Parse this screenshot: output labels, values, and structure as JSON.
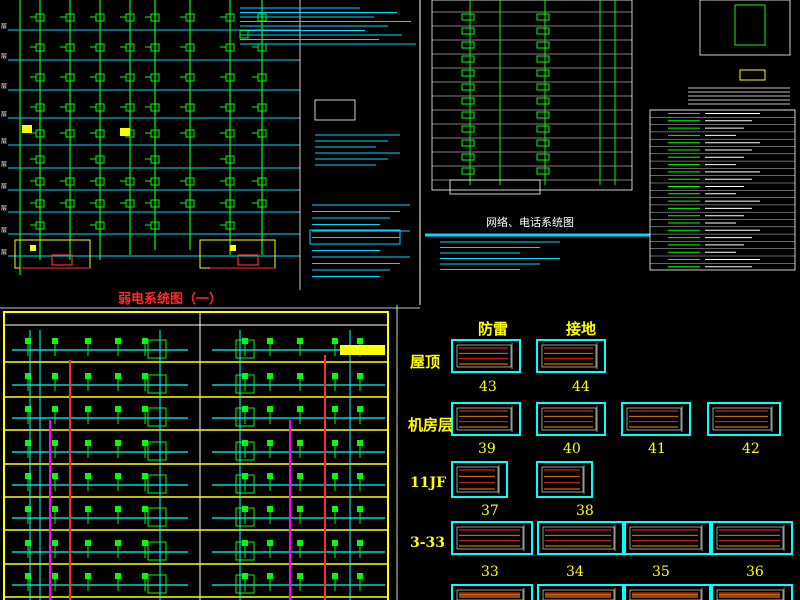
{
  "weak_power_title": "弱电系统图（一）",
  "network_phone_title": "网络、电话系统图",
  "sheet_grid": {
    "headers": [
      "防雷",
      "接地"
    ],
    "rows": [
      {
        "label": "屋顶",
        "numbers": [
          "43",
          "44"
        ]
      },
      {
        "label": "机房层",
        "numbers": [
          "39",
          "40",
          "41",
          "42"
        ]
      },
      {
        "label": "11JF",
        "numbers": [
          "37",
          "38"
        ]
      },
      {
        "label": "3-33",
        "numbers": [
          "33",
          "34",
          "35",
          "36"
        ]
      }
    ]
  },
  "colors": {
    "background": "#000000",
    "cyan": "#00ffff",
    "green": "#00ff00",
    "yellow": "#ffff00",
    "red": "#ff2a2a",
    "magenta": "#ff00ff",
    "white": "#ffffff"
  }
}
